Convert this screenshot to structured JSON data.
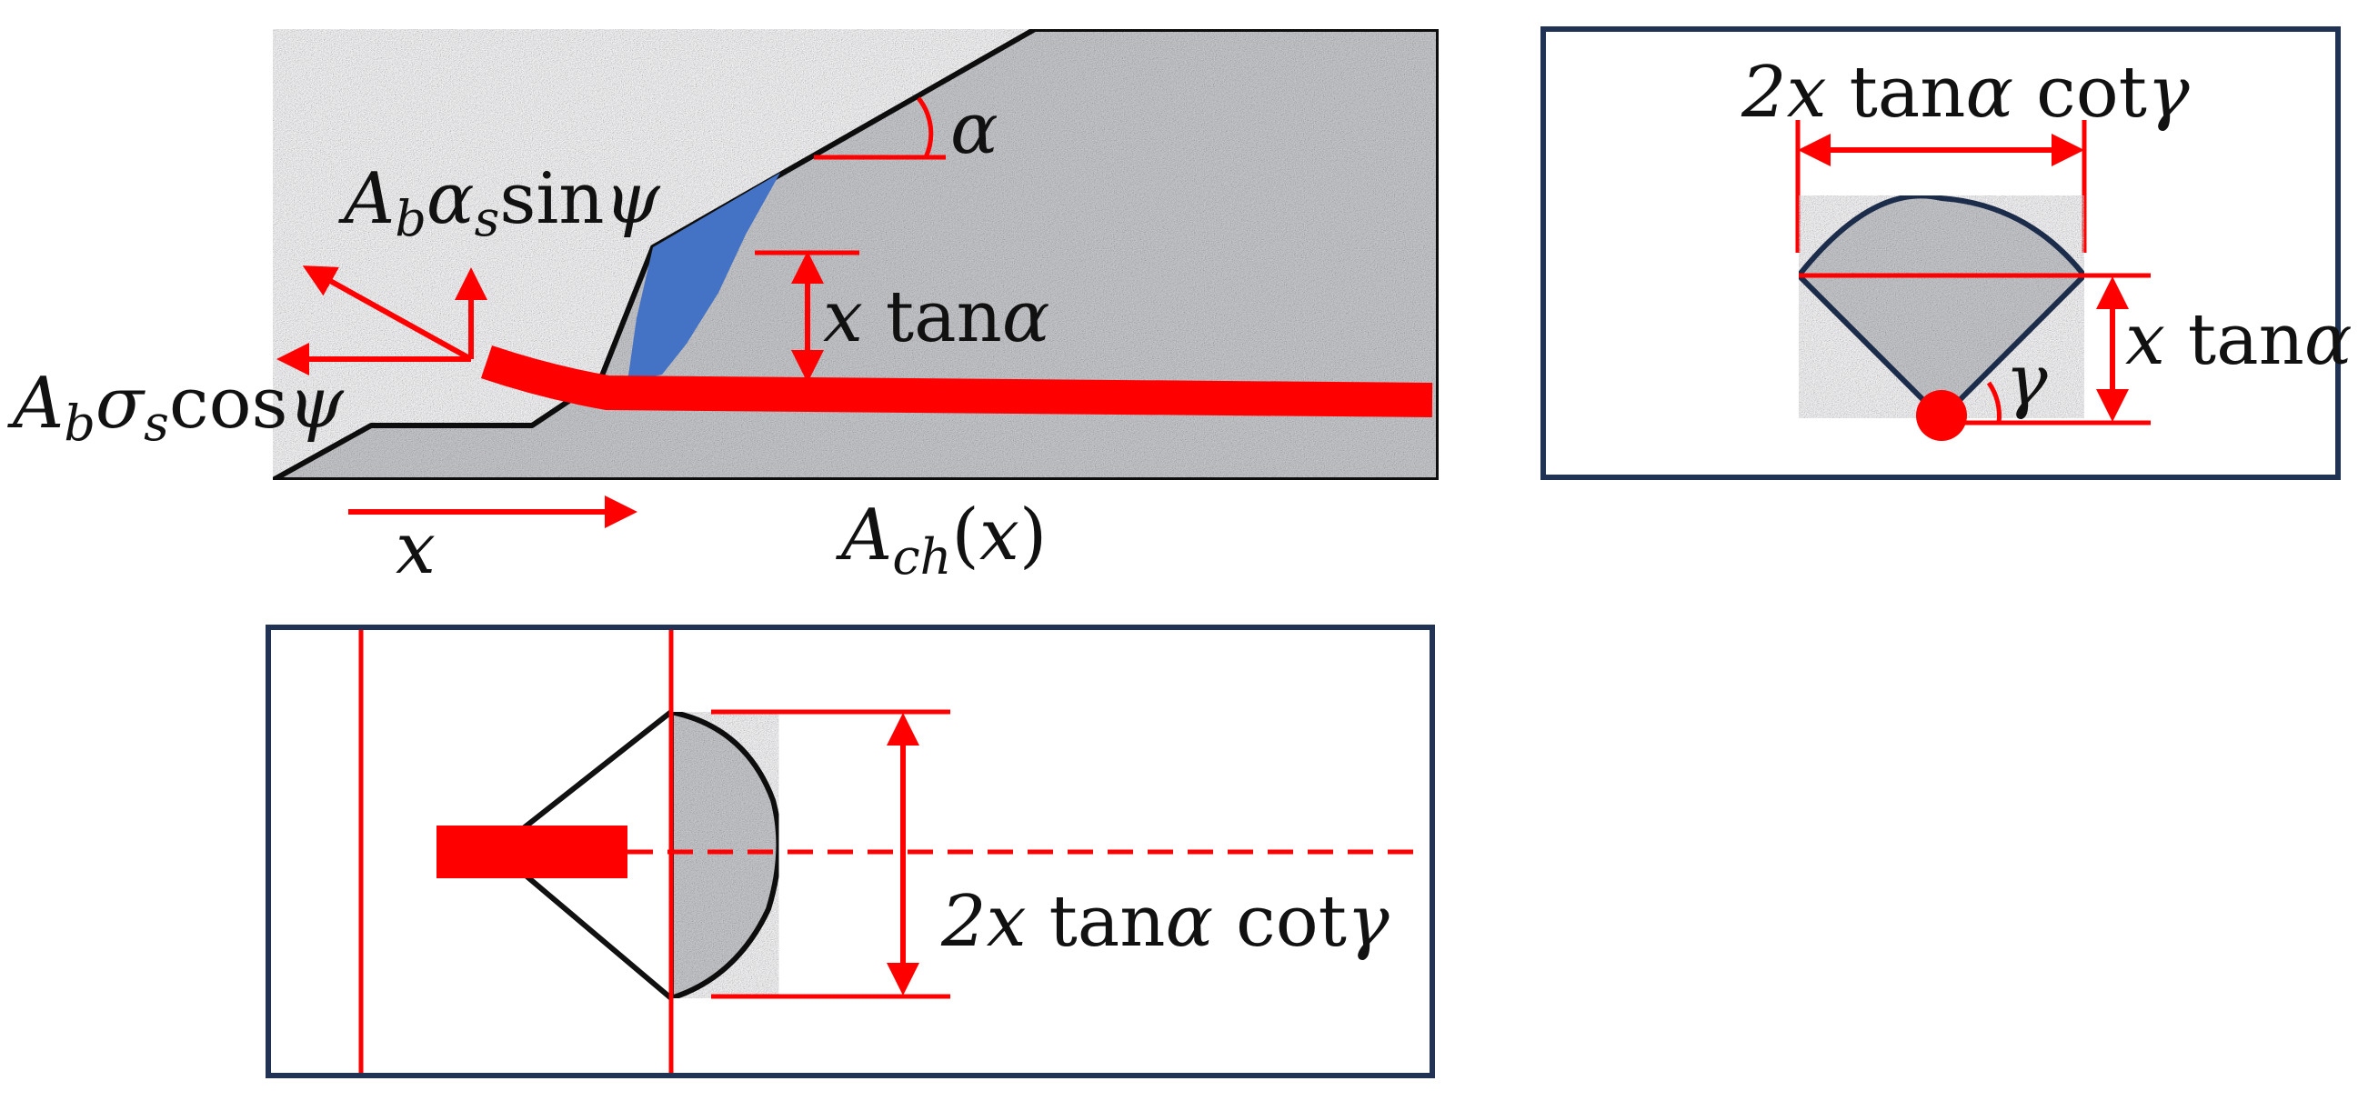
{
  "colors": {
    "red": "#ff0000",
    "concrete": "#cfd0d3",
    "breakout": "#4472c4",
    "outline": "#111111",
    "frame": "#203354"
  },
  "labels": {
    "alpha": {
      "sym": "α"
    },
    "vert_force": {
      "A": "A",
      "b": "b",
      "alpha": "α",
      "s": "s",
      "fn": "sin",
      "psi": "ψ"
    },
    "horiz_force": {
      "A": "A",
      "b": "b",
      "sigma": "σ",
      "s": "s",
      "fn": "cos",
      "psi": "ψ"
    },
    "depth_main": {
      "x": "x",
      "fn": "tan",
      "alpha": "α"
    },
    "x_axis": {
      "x": "x"
    },
    "area": {
      "A": "A",
      "ch": "ch",
      "open": "(",
      "x": "x",
      "close": ")"
    },
    "width_top": {
      "coef": "2",
      "x": "x",
      "fn1": "tan",
      "alpha": "α",
      "fn2": "cot",
      "gamma": "γ"
    },
    "depth_right": {
      "x": "x",
      "fn": "tan",
      "alpha": "α"
    },
    "gamma": {
      "sym": "γ"
    },
    "width_bottom": {
      "coef": "2",
      "x": "x",
      "fn1": "tan",
      "alpha": "α",
      "fn2": "cot",
      "gamma": "γ"
    }
  }
}
